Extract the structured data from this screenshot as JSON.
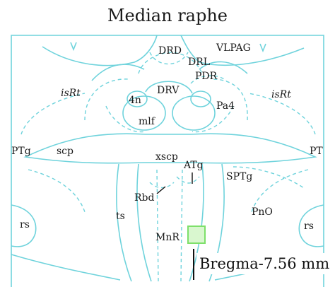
{
  "title": "Median raphe",
  "bregma": "Bregma-7.56 mm",
  "labels": {
    "drd": "DRD",
    "vlpag": "VLPAG",
    "drl": "DRL",
    "pdr": "PDR",
    "isrt_left": "isRt",
    "isrt_right": "isRt",
    "drv": "DRV",
    "n4": "4n",
    "pa4": "Pa4",
    "mlf": "mlf",
    "ptg_left": "PTg",
    "ptg_right": "PT",
    "scp": "scp",
    "xscp": "xscp",
    "atg": "ATg",
    "sptg": "SPTg",
    "rbd": "Rbd",
    "ts": "ts",
    "pno": "PnO",
    "rs_left": "rs",
    "rs_right": "rs",
    "mnr": "MnR"
  },
  "colors": {
    "outline": "#6fd3dc",
    "marker": "#7ee06a"
  }
}
